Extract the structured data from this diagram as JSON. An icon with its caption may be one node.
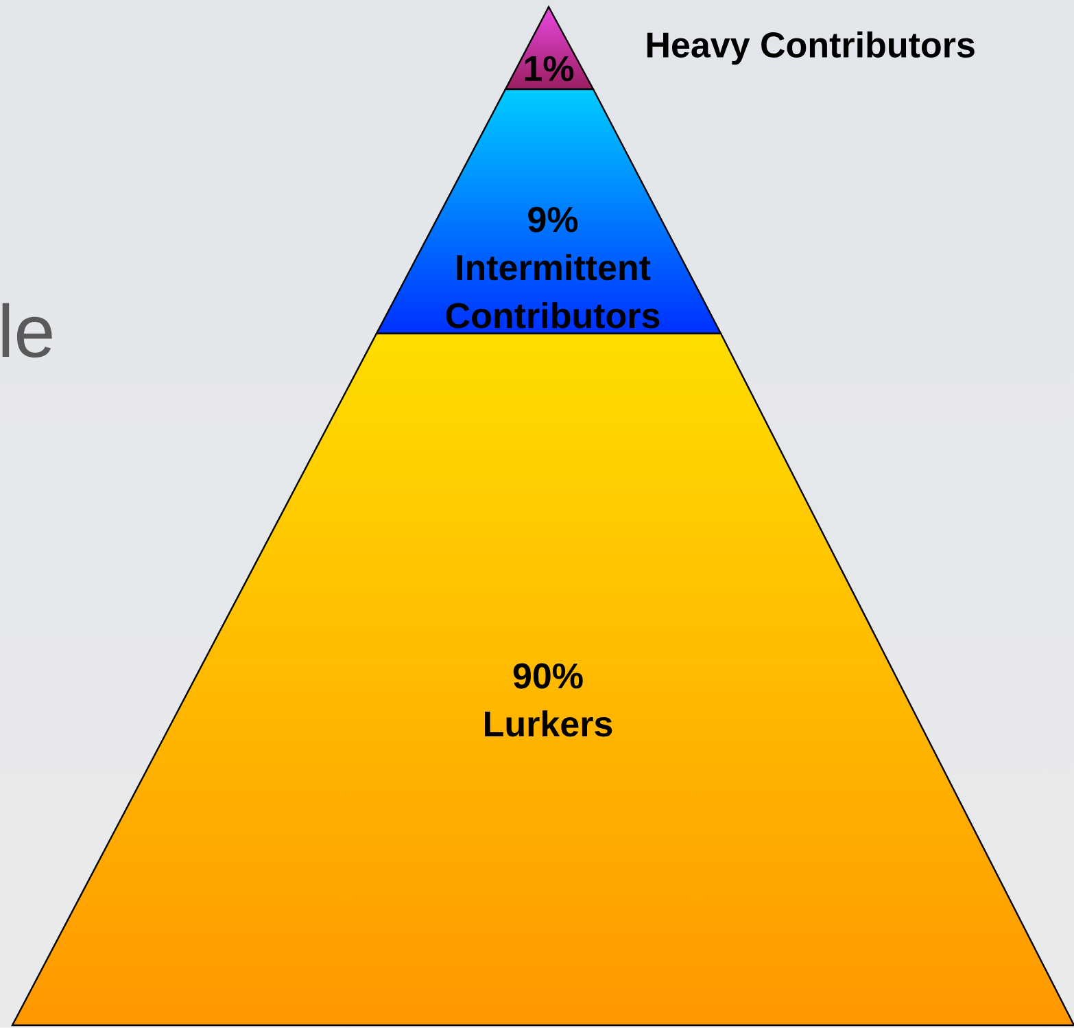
{
  "diagram": {
    "nodes": [
      {
        "text": [
          "1%"
        ]
      },
      {
        "text": [
          "9%",
          "Intermittent Contributors"
        ]
      },
      {
        "text": [
          "90%",
          "Lurkers"
        ]
      }
    ],
    "labels": [
      "Heavy Contributors",
      "le"
    ]
  }
}
